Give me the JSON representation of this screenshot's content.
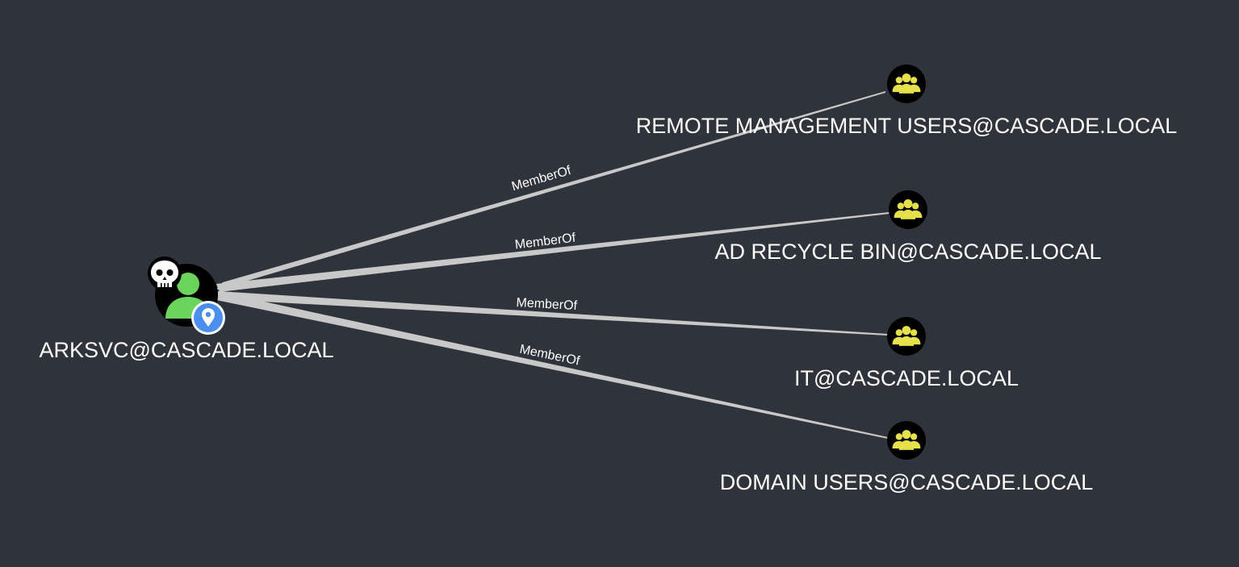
{
  "graph": {
    "background": "#2f333b",
    "edge_color": "#c8c8c8",
    "source": {
      "label": "ARKSVC@CASCADE.LOCAL",
      "type": "user",
      "icon": "user-icon",
      "badges": [
        "skull-icon",
        "location-pin-icon"
      ],
      "user_color": "#6ad45c",
      "pin_color": "#4a8ff0"
    },
    "targets": [
      {
        "label": "REMOTE MANAGEMENT USERS@CASCADE.LOCAL",
        "type": "group",
        "icon": "group-icon"
      },
      {
        "label": "AD RECYCLE BIN@CASCADE.LOCAL",
        "type": "group",
        "icon": "group-icon"
      },
      {
        "label": "IT@CASCADE.LOCAL",
        "type": "group",
        "icon": "group-icon"
      },
      {
        "label": "DOMAIN USERS@CASCADE.LOCAL",
        "type": "group",
        "icon": "group-icon"
      }
    ],
    "group_color": "#e6e14a",
    "edges": [
      {
        "label": "MemberOf"
      },
      {
        "label": "MemberOf"
      },
      {
        "label": "MemberOf"
      },
      {
        "label": "MemberOf"
      }
    ]
  }
}
